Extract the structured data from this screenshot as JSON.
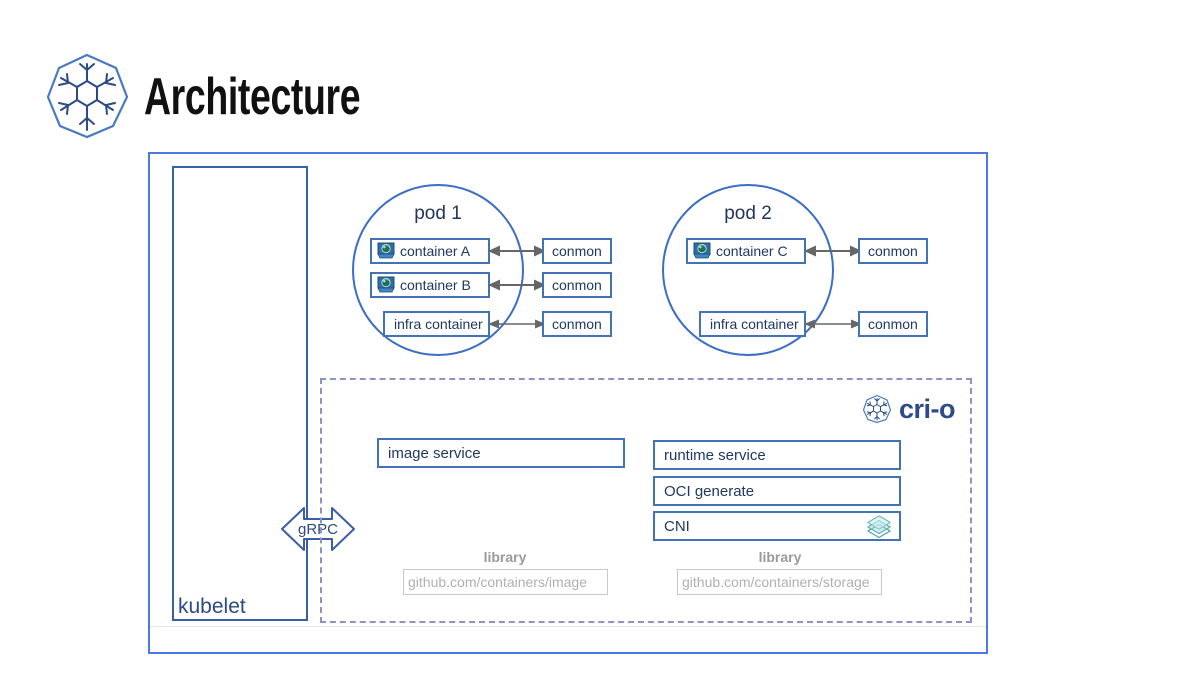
{
  "header": {
    "title": "Architecture",
    "logo_icon": "crio-snowflake-heptagon-icon"
  },
  "diagram": {
    "kubelet": {
      "label": "kubelet"
    },
    "grpc": {
      "label": "gRPC",
      "icon": "double-arrow-connector-icon"
    },
    "pods": [
      {
        "label": "pod 1",
        "containers": [
          {
            "label": "container A",
            "icon": "container-monitor-icon",
            "has_icon": true,
            "conmon": "conmon"
          },
          {
            "label": "container B",
            "icon": "container-monitor-icon",
            "has_icon": true,
            "conmon": "conmon"
          },
          {
            "label": "infra container",
            "has_icon": false,
            "conmon": "conmon"
          }
        ]
      },
      {
        "label": "pod 2",
        "containers": [
          {
            "label": "container C",
            "icon": "container-monitor-icon",
            "has_icon": true,
            "conmon": "conmon"
          },
          {
            "label": "infra container",
            "has_icon": false,
            "conmon": "conmon"
          }
        ]
      }
    ],
    "crio": {
      "brand_label": "cri-o",
      "brand_icon": "crio-snowflake-heptagon-icon",
      "services": {
        "image_service": "image service",
        "runtime_service": "runtime service",
        "oci_generate": "OCI generate",
        "cni": "CNI",
        "cni_icon": "cni-layers-diamond-icon"
      },
      "libraries": [
        {
          "caption": "library",
          "repo": "github.com/containers/image"
        },
        {
          "caption": "library",
          "repo": "github.com/containers/storage"
        }
      ]
    }
  },
  "colors": {
    "frame_blue": "#4a7ae0",
    "box_blue": "#4472b8",
    "text_navy": "#1f3864",
    "dashed_purple": "#8f93c4",
    "muted_gray": "#b0b0b0",
    "cni_teal": "#4aa8a8"
  }
}
